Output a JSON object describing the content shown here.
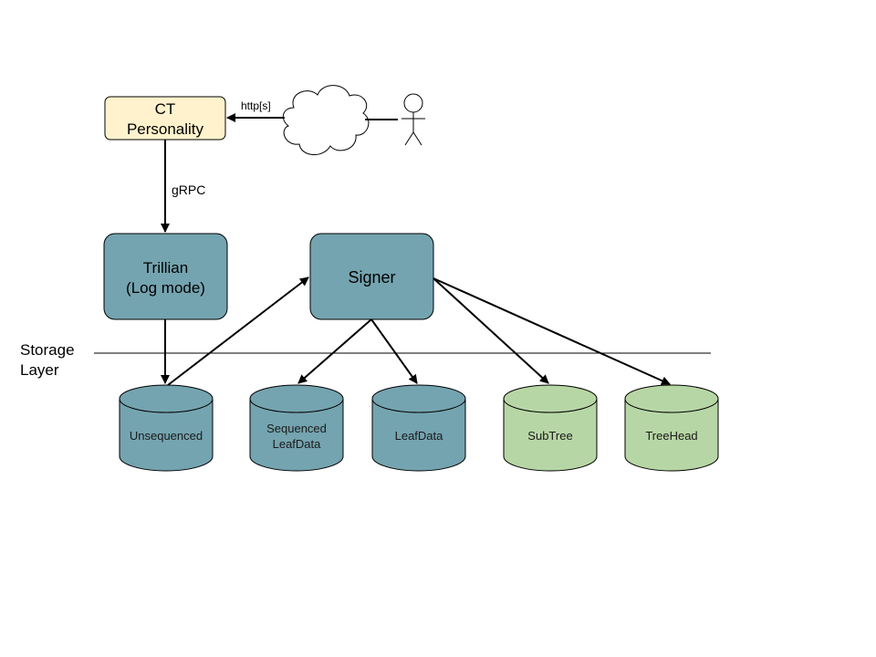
{
  "nodes": {
    "ct_personality": {
      "lines": [
        "CT",
        "Personality"
      ]
    },
    "trillian": {
      "lines": [
        "Trillian",
        "(Log mode)"
      ]
    },
    "signer": {
      "label": "Signer"
    }
  },
  "storage": {
    "layer_label": [
      "Storage",
      "Layer"
    ],
    "cylinders": [
      {
        "lines": [
          "Unsequenced"
        ],
        "kind": "teal"
      },
      {
        "lines": [
          "Sequenced",
          "LeafData"
        ],
        "kind": "teal"
      },
      {
        "lines": [
          "LeafData"
        ],
        "kind": "teal"
      },
      {
        "lines": [
          "SubTree"
        ],
        "kind": "green"
      },
      {
        "lines": [
          "TreeHead"
        ],
        "kind": "green"
      }
    ]
  },
  "edges": {
    "http_label": "http[s]",
    "grpc_label": "gRPC"
  },
  "colors": {
    "teal": "#74a4b0",
    "green": "#b7d6a5",
    "personality": "#fff2cc",
    "stroke": "#000000"
  },
  "icons": {
    "cloud": "cloud-icon",
    "user": "user-icon"
  }
}
